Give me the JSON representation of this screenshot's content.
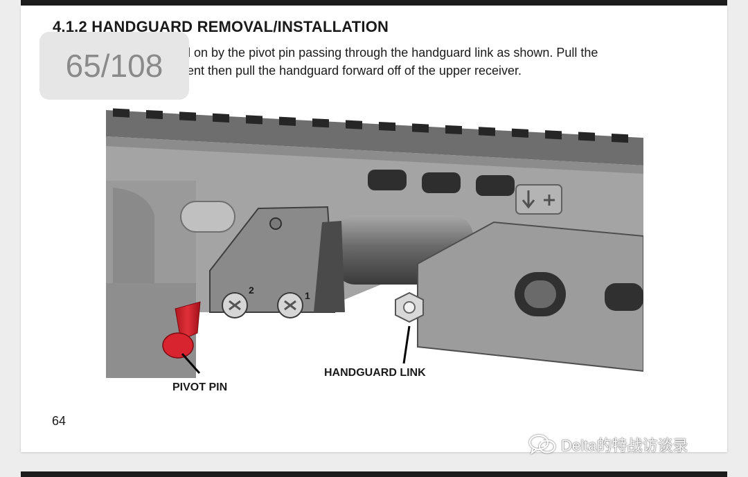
{
  "document": {
    "heading": "4.1.2 HANDGUARD REMOVAL/INSTALLATION",
    "body_line_1": "d on by the pivot pin passing through the handguard link as shown. Pull the",
    "body_line_2": "tent then pull the handguard forward off of the upper receiver.",
    "page_number": "64"
  },
  "figure": {
    "callouts": {
      "pivot_pin": "PIVOT PIN",
      "handguard_link": "HANDGUARD LINK"
    },
    "screw_numbers": [
      "2",
      "1"
    ],
    "highlight_color": "#d42028"
  },
  "overlay": {
    "page_counter": "65/108",
    "watermark_icon": "wechat-icon",
    "watermark_text": "Delta的特战访谈录"
  }
}
